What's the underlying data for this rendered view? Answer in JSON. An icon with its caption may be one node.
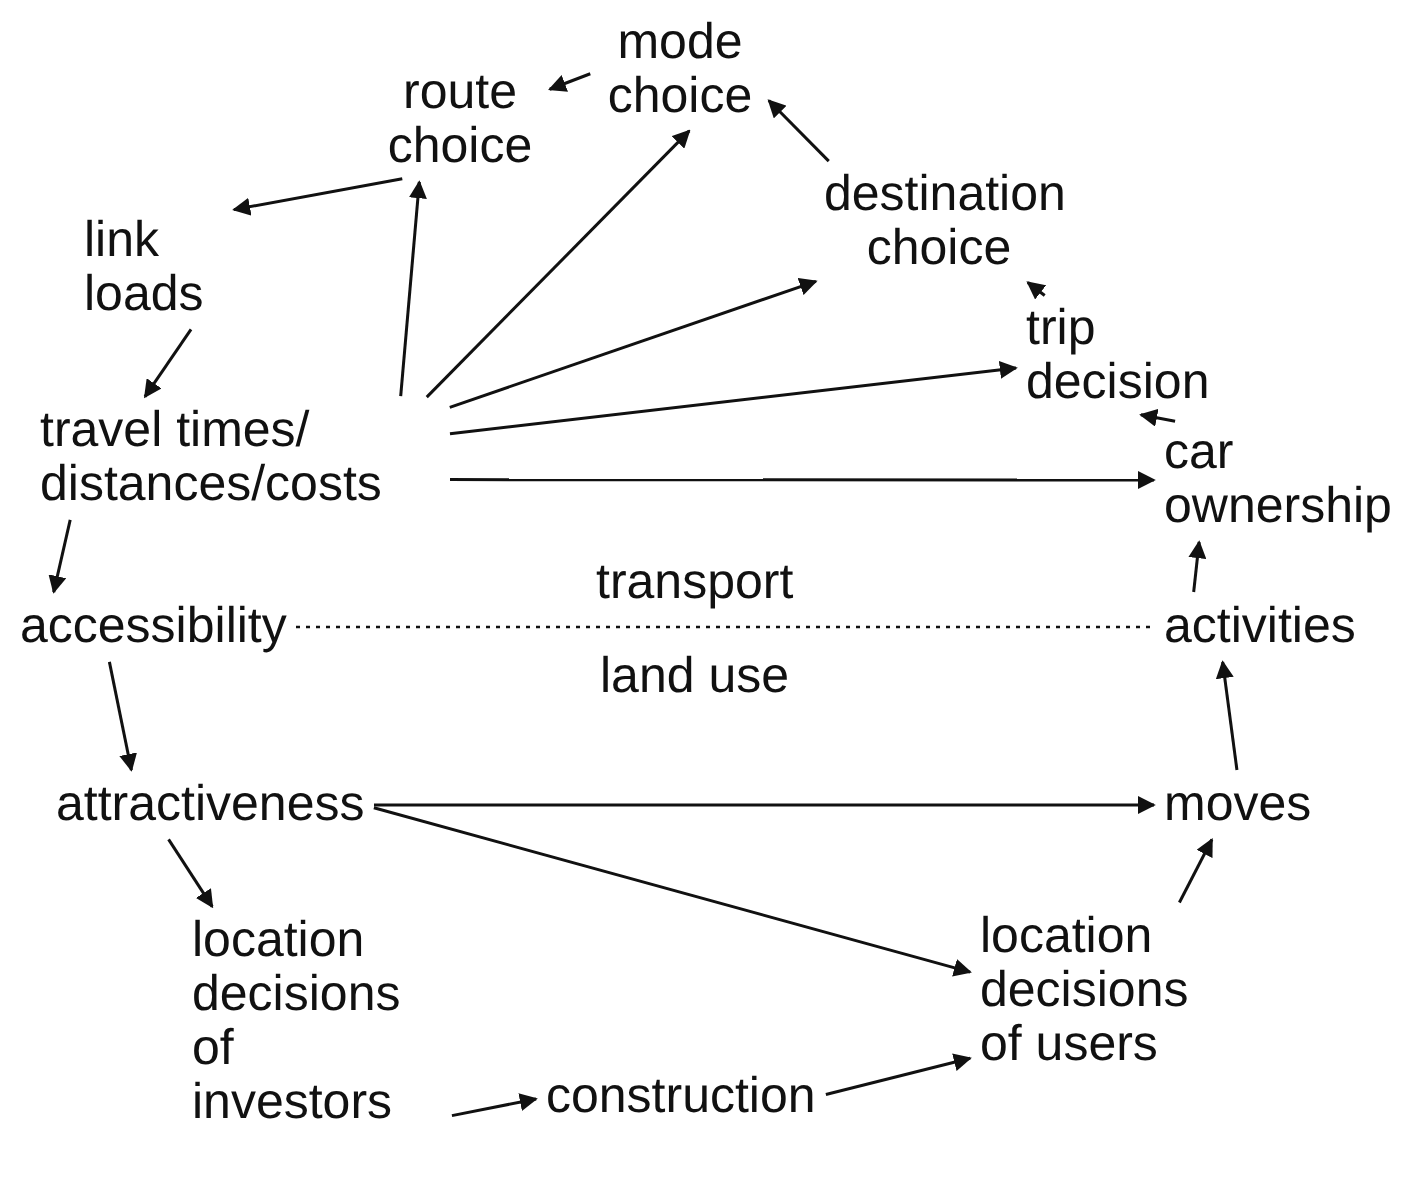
{
  "diagram": {
    "nodes": [
      {
        "text": [
          "mode choice"
        ]
      },
      {
        "text": [
          "route choice"
        ]
      },
      {
        "text": [
          "destination choice"
        ]
      },
      {
        "text": [
          "link loads"
        ]
      },
      {
        "text": [
          "trip decision"
        ]
      },
      {
        "text": [
          "travel times/ distances/costs"
        ]
      },
      {
        "text": [
          "car ownership"
        ]
      },
      {
        "text": [
          "accessibility"
        ]
      },
      {
        "text": [
          "activities"
        ]
      },
      {
        "text": [
          "attractiveness"
        ]
      },
      {
        "text": [
          "moves"
        ]
      },
      {
        "text": [
          "location decisions of investors"
        ]
      },
      {
        "text": [
          "location decisions of users"
        ]
      },
      {
        "text": [
          "construction"
        ]
      }
    ],
    "edges": [
      {
        "from": 0,
        "to": 1,
        "arrow": "to"
      },
      {
        "from": 2,
        "to": 0,
        "arrow": "to"
      },
      {
        "from": 4,
        "to": 2,
        "arrow": "to"
      },
      {
        "from": 6,
        "to": 4,
        "arrow": "to"
      },
      {
        "from": 8,
        "to": 6,
        "arrow": "to"
      },
      {
        "from": 10,
        "to": 8,
        "arrow": "to"
      },
      {
        "from": 12,
        "to": 10,
        "arrow": "to"
      },
      {
        "from": 13,
        "to": 12,
        "arrow": "to"
      },
      {
        "from": 11,
        "to": 13,
        "arrow": "to"
      },
      {
        "from": 9,
        "to": 11,
        "arrow": "to"
      },
      {
        "from": 9,
        "to": 10,
        "arrow": "to"
      },
      {
        "from": 9,
        "to": 12,
        "arrow": "to"
      },
      {
        "from": 7,
        "to": 9,
        "arrow": "to"
      },
      {
        "from": 5,
        "to": 7,
        "arrow": "to"
      },
      {
        "from": 3,
        "to": 5,
        "arrow": "to"
      },
      {
        "from": 1,
        "to": 3,
        "arrow": "to"
      },
      {
        "from": 5,
        "to": 1,
        "arrow": "to"
      },
      {
        "from": 5,
        "to": 0,
        "arrow": "to"
      },
      {
        "from": 5,
        "to": 2,
        "arrow": "to"
      },
      {
        "from": 5,
        "to": 4,
        "arrow": "to"
      },
      {
        "from": 5,
        "to": 6,
        "arrow": "to"
      },
      {
        "from": 7,
        "to": 8,
        "arrow": "none",
        "style": "dashed"
      }
    ],
    "labels": [
      "transport",
      "land use"
    ]
  }
}
